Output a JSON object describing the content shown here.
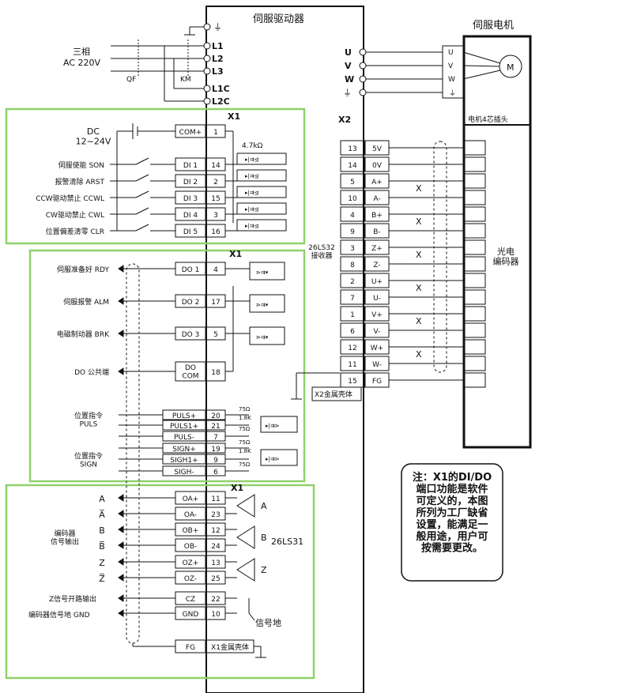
{
  "titles": {
    "driver": "伺服驱动器",
    "motor": "伺服电机",
    "motor_plug": "电机4芯插头",
    "encoder": "光电\n编码器"
  },
  "power": {
    "phase": "三相",
    "voltage": "AC 220V",
    "qf": "QF",
    "km": "KM",
    "terminals": [
      "L1",
      "L2",
      "L3",
      "L1C",
      "L2C"
    ]
  },
  "motor_terms": {
    "left": [
      "U",
      "V",
      "W"
    ],
    "right": [
      "U",
      "V",
      "W"
    ]
  },
  "connectors": {
    "x1": "X1",
    "x2": "X2",
    "x1b": "X1"
  },
  "di": {
    "dc": "DC\n12~24V",
    "com": {
      "name": "COM+",
      "pin": "1"
    },
    "r": "4.7kΩ",
    "rows": [
      {
        "label": "伺服使能 SON",
        "name": "DI 1",
        "pin": "14"
      },
      {
        "label": "报警清除 ARST",
        "name": "DI 2",
        "pin": "2"
      },
      {
        "label": "CCW驱动禁止 CCWL",
        "name": "DI 3",
        "pin": "15"
      },
      {
        "label": "CW驱动禁止 CWL",
        "name": "DI 4",
        "pin": "3"
      },
      {
        "label": "位置偏差清零 CLR",
        "name": "DI 5",
        "pin": "16"
      }
    ]
  },
  "do": {
    "rows": [
      {
        "label": "伺服准备好 RDY",
        "name": "DO 1",
        "pin": "4"
      },
      {
        "label": "伺服报警 ALM",
        "name": "DO 2",
        "pin": "17"
      },
      {
        "label": "电磁制动器 BRK",
        "name": "DO 3",
        "pin": "5"
      },
      {
        "label": "DO 公共端",
        "name": "DO\nCOM",
        "pin": "18"
      }
    ]
  },
  "pulse": {
    "puls_label": "位置指令\nPULS",
    "sign_label": "位置指令\nSIGN",
    "rows": [
      {
        "name": "PULS+",
        "pin": "20"
      },
      {
        "name": "PULS1+",
        "pin": "21"
      },
      {
        "name": "PULS-",
        "pin": "7"
      },
      {
        "name": "SIGN+",
        "pin": "19"
      },
      {
        "name": "SIGH1+",
        "pin": "9"
      },
      {
        "name": "SIGH-",
        "pin": "6"
      }
    ],
    "r75": "75Ω",
    "r18k": "1.8K"
  },
  "encoder_x2": {
    "rows": [
      {
        "pin": "13",
        "name": "5V"
      },
      {
        "pin": "14",
        "name": "0V"
      },
      {
        "pin": "5",
        "name": "A+"
      },
      {
        "pin": "10",
        "name": "A-"
      },
      {
        "pin": "4",
        "name": "B+"
      },
      {
        "pin": "9",
        "name": "B-"
      },
      {
        "pin": "3",
        "name": "Z+"
      },
      {
        "pin": "8",
        "name": "Z-"
      },
      {
        "pin": "2",
        "name": "U+"
      },
      {
        "pin": "7",
        "name": "U-"
      },
      {
        "pin": "1",
        "name": "V+"
      },
      {
        "pin": "6",
        "name": "V-"
      },
      {
        "pin": "12",
        "name": "W+"
      },
      {
        "pin": "11",
        "name": "W-"
      },
      {
        "pin": "15",
        "name": "FG"
      }
    ],
    "receiver": "26LS32\n接收器",
    "shell": "X2金属壳体"
  },
  "enc_out": {
    "rows": [
      {
        "name": "OA+",
        "pin": "11",
        "out": "A"
      },
      {
        "name": "OA-",
        "pin": "23",
        "out": "A̅"
      },
      {
        "name": "OB+",
        "pin": "12",
        "out": "B"
      },
      {
        "name": "OB-",
        "pin": "24",
        "out": "B̅"
      },
      {
        "name": "OZ+",
        "pin": "13",
        "out": "Z"
      },
      {
        "name": "OZ-",
        "pin": "25",
        "out": "Z̅"
      },
      {
        "name": "CZ",
        "pin": "22",
        "out": ""
      },
      {
        "name": "GND",
        "pin": "10",
        "out": ""
      }
    ],
    "group_label": "编码器\n信号输出",
    "driver": "26LS31",
    "drv_a": "A",
    "drv_b": "B",
    "drv_z": "Z",
    "cz_label": "Z信号开路输出",
    "gnd_label": "编码器信号地 GND",
    "sig_gnd": "信号地",
    "fg": "FG",
    "shell": "X1金属壳体"
  },
  "note": "注：X1的DI/DO\n端口功能是软件\n可定义的，本图\n所列为工厂缺省\n设置，能满足一\n般用途，用户可\n按需要更改。",
  "colors": {
    "box_green": "#8fd16a",
    "line": "#111111"
  }
}
